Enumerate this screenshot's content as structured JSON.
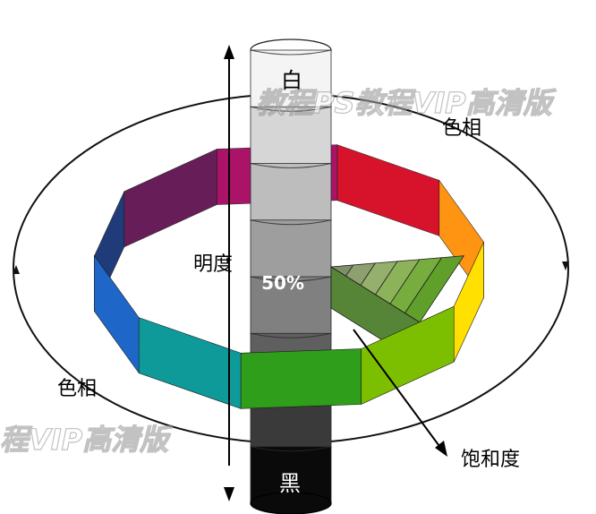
{
  "labels": {
    "white": "白",
    "black": "黑",
    "brightness": "明度",
    "hue_right": "色相",
    "hue_left": "色相",
    "percent": "50%",
    "saturation": "饱和度"
  },
  "watermark": {
    "top": "教程PS教程VIP高清版",
    "bottom": "程VIP高清版"
  },
  "colors": {
    "hue_ring": [
      "#d4001a",
      "#ff8c00",
      "#ffe000",
      "#7cbf00",
      "#2f9e1a",
      "#0f9a9a",
      "#1f66c9",
      "#0d2b6e",
      "#5a0a4a",
      "#a3005c"
    ],
    "gray_column": [
      "#f4f4f4",
      "#d6d6d6",
      "#bdbdbd",
      "#9e9e9e",
      "#808080",
      "#5f5f5f",
      "#3a3a3a",
      "#0a0a0a"
    ],
    "saturation_greens": [
      "#7f8f6a",
      "#8ea06f",
      "#95b06d",
      "#8db35a",
      "#77ad3f",
      "#5f9f2a"
    ]
  }
}
